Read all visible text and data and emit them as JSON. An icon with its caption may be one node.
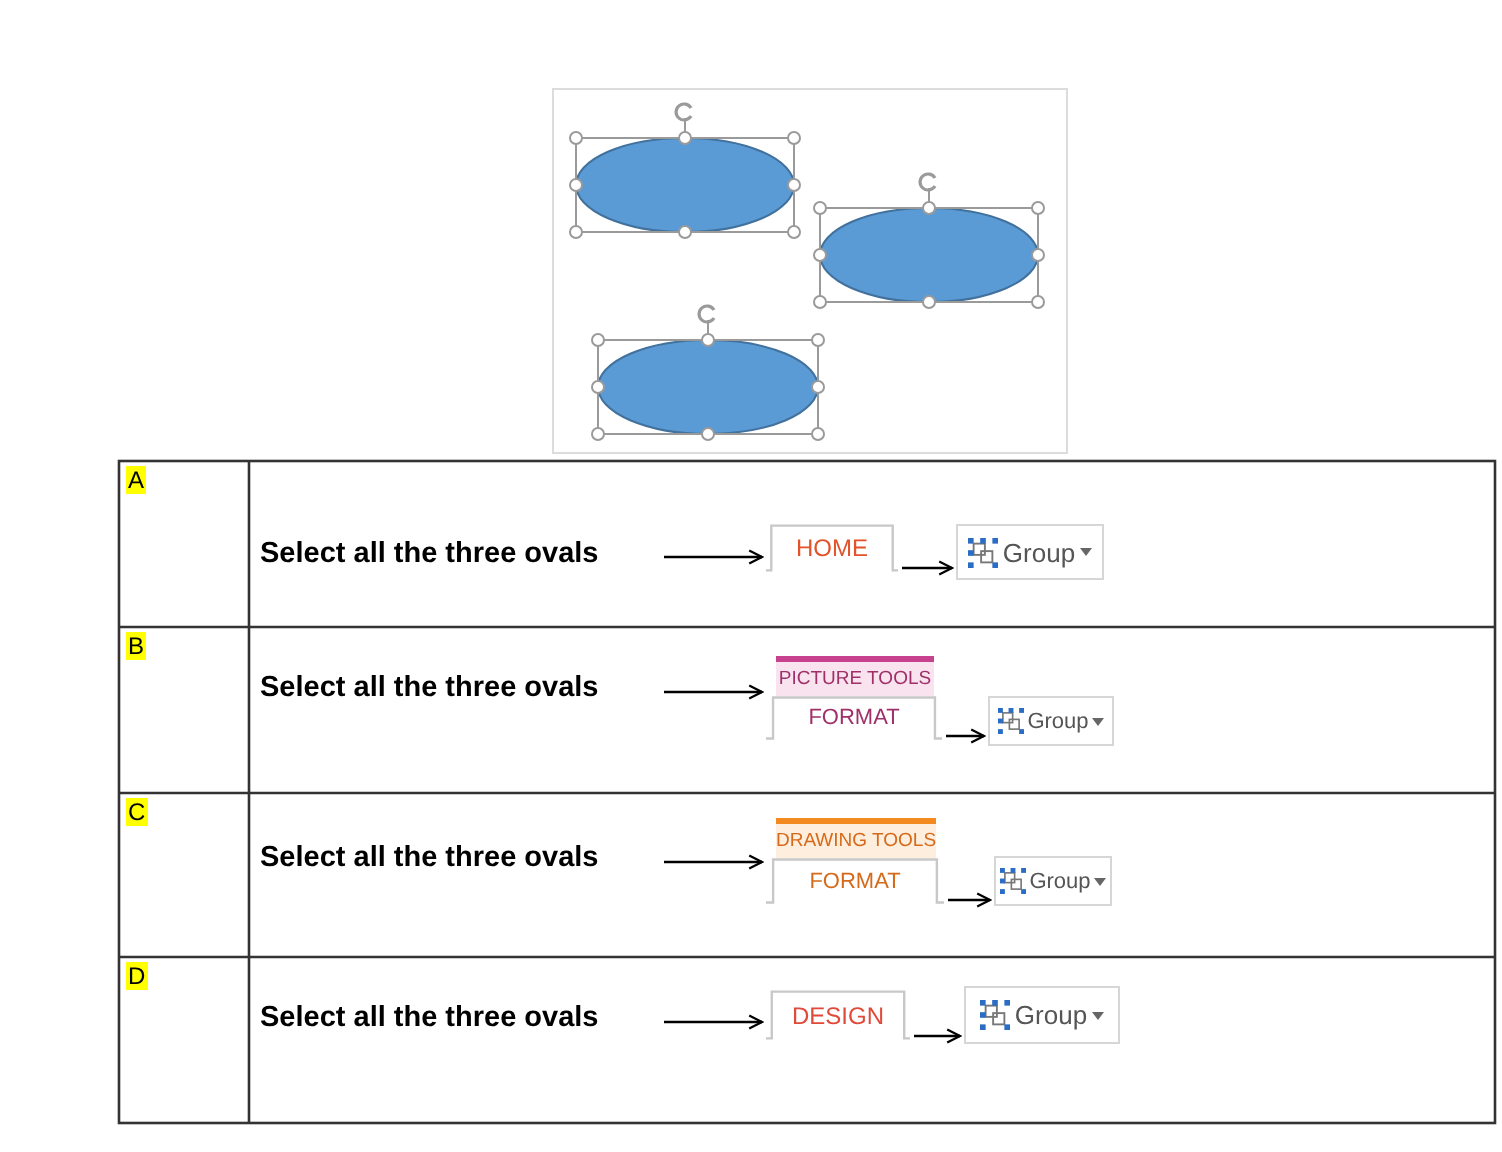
{
  "diagram": {
    "nodes": [
      {
        "text": [
          "Select all the three ovals"
        ]
      },
      {
        "text": [
          "HOME"
        ]
      },
      {
        "text": [
          "Group"
        ]
      },
      {
        "text": [
          "Select all the three ovals"
        ]
      },
      {
        "text": [
          "PICTURE TOOLS",
          "FORMAT"
        ]
      },
      {
        "text": [
          "Group"
        ]
      },
      {
        "text": [
          "Select all the three ovals"
        ]
      },
      {
        "text": [
          "DRAWING TOOLS",
          "FORMAT"
        ]
      },
      {
        "text": [
          "Group"
        ]
      },
      {
        "text": [
          "Select all the three ovals"
        ]
      },
      {
        "text": [
          "DESIGN"
        ]
      },
      {
        "text": [
          "Group"
        ]
      }
    ],
    "edges": [
      {
        "from": 0,
        "to": 1,
        "arrow": "to"
      },
      {
        "from": 1,
        "to": 2,
        "arrow": "to"
      },
      {
        "from": 3,
        "to": 4,
        "arrow": "to"
      },
      {
        "from": 4,
        "to": 5,
        "arrow": "to"
      },
      {
        "from": 6,
        "to": 7,
        "arrow": "to"
      },
      {
        "from": 7,
        "to": 8,
        "arrow": "to"
      },
      {
        "from": 9,
        "to": 10,
        "arrow": "to"
      },
      {
        "from": 10,
        "to": 11,
        "arrow": "to"
      }
    ],
    "labels": [
      "A",
      "B",
      "C",
      "D"
    ]
  }
}
